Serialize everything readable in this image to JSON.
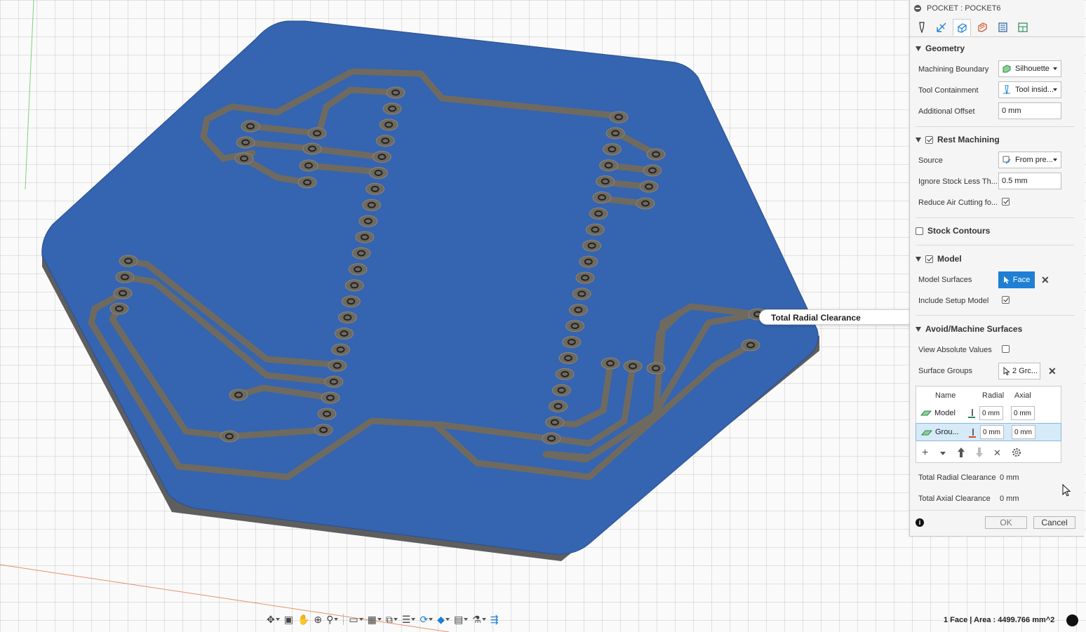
{
  "panel": {
    "title": "POCKET : POCKET6",
    "tabs": [
      {
        "icon": "tool-icon"
      },
      {
        "icon": "geometry-icon"
      },
      {
        "icon": "heights-icon"
      },
      {
        "icon": "passes-icon"
      },
      {
        "icon": "linking-icon"
      },
      {
        "icon": "post-icon"
      }
    ],
    "geometry": {
      "title": "Geometry",
      "machining_boundary_label": "Machining Boundary",
      "machining_boundary_value": "Silhouette",
      "tool_containment_label": "Tool Containment",
      "tool_containment_value": "Tool insid...",
      "additional_offset_label": "Additional Offset",
      "additional_offset_value": "0 mm"
    },
    "rest_machining": {
      "title": "Rest Machining",
      "checked": true,
      "source_label": "Source",
      "source_value": "From pre...",
      "ignore_stock_label": "Ignore Stock Less Th...",
      "ignore_stock_value": "0.5 mm",
      "reduce_air_label": "Reduce Air Cutting fo...",
      "reduce_air_checked": true
    },
    "stock_contours": {
      "title": "Stock Contours",
      "checked": false
    },
    "model": {
      "title": "Model",
      "checked": true,
      "model_surfaces_label": "Model Surfaces",
      "model_surfaces_value": "Face",
      "include_setup_label": "Include Setup Model",
      "include_setup_checked": true
    },
    "avoid": {
      "title": "Avoid/Machine Surfaces",
      "view_absolute_label": "View Absolute Values",
      "view_absolute_checked": false,
      "surface_groups_label": "Surface Groups",
      "surface_groups_value": "2 Grc...",
      "table_headers": {
        "name": "Name",
        "radial": "Radial",
        "axial": "Axial"
      },
      "rows": [
        {
          "name": "Model",
          "radial": "0 mm",
          "axial": "0 mm"
        },
        {
          "name": "Grou...",
          "radial": "0 mm",
          "axial": "0 mm"
        }
      ],
      "total_radial_label": "Total Radial Clearance",
      "total_radial_value": "0 mm",
      "total_axial_label": "Total Axial Clearance",
      "total_axial_value": "0 mm"
    },
    "buttons": {
      "ok": "OK",
      "cancel": "Cancel"
    }
  },
  "tooltip": {
    "text": "Total Radial Clearance"
  },
  "status_bar": {
    "text": "1 Face | Area : 4499.766 mm^2"
  },
  "toolbar": {
    "items": [
      "orbit-icon",
      "look-at-icon",
      "pan-icon",
      "zoom-window-icon",
      "zoom-icon",
      "display-settings-icon",
      "grid-icon",
      "view-cube-icon",
      "layers-icon",
      "refresh-icon",
      "display-mode-icon",
      "viewport-icon",
      "filter-icon",
      "effects-icon"
    ]
  },
  "colors": {
    "board_blue": "#3564b0",
    "board_edge": "#6a6a6a",
    "trace": "#6f6a60",
    "accent": "#1e7fd4"
  }
}
